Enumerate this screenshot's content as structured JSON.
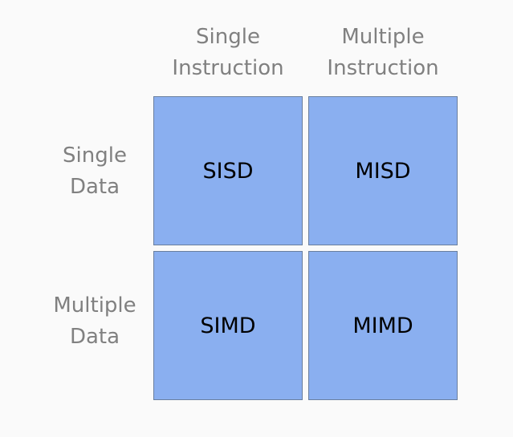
{
  "columns": [
    {
      "line1": "Single",
      "line2": "Instruction"
    },
    {
      "line1": "Multiple",
      "line2": "Instruction"
    }
  ],
  "rows": [
    {
      "line1": "Single",
      "line2": "Data"
    },
    {
      "line1": "Multiple",
      "line2": "Data"
    }
  ],
  "cells": [
    [
      "SISD",
      "MISD"
    ],
    [
      "SIMD",
      "MIMD"
    ]
  ],
  "colors": {
    "background": "#fafafa",
    "cell_fill": "#8aaff0",
    "cell_border": "#6a7f9e",
    "header_text": "#808080",
    "cell_text": "#000000"
  }
}
